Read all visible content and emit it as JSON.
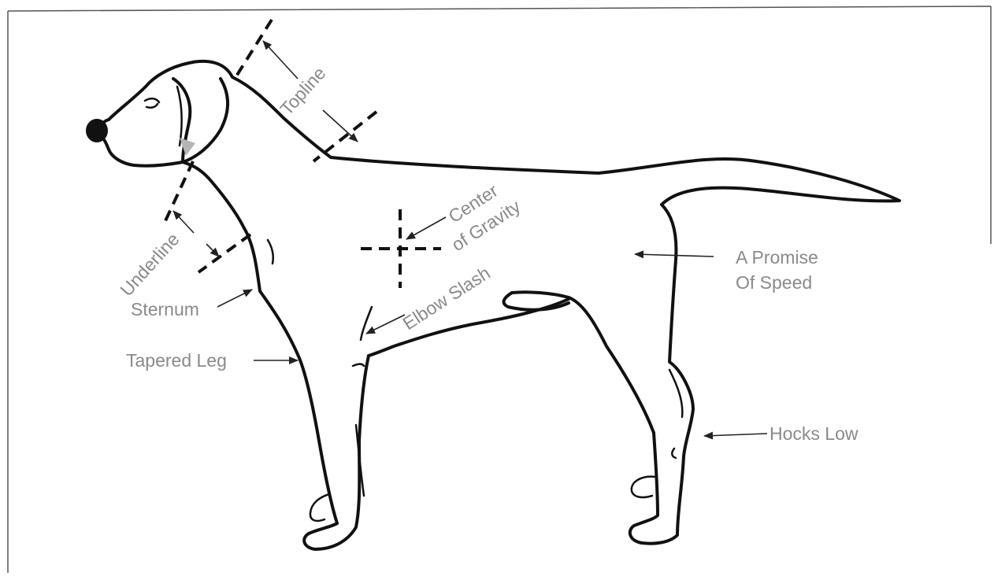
{
  "labels": {
    "topline": "Topline",
    "center_line1": "Center",
    "center_line2": "of Gravity",
    "underline": "Underline",
    "sternum": "Sternum",
    "elbow_slash": "Elbow Slash",
    "promise_line1": "A Promise",
    "promise_line2": "Of Speed",
    "tapered_leg": "Tapered Leg",
    "hocks_low": "Hocks Low"
  }
}
